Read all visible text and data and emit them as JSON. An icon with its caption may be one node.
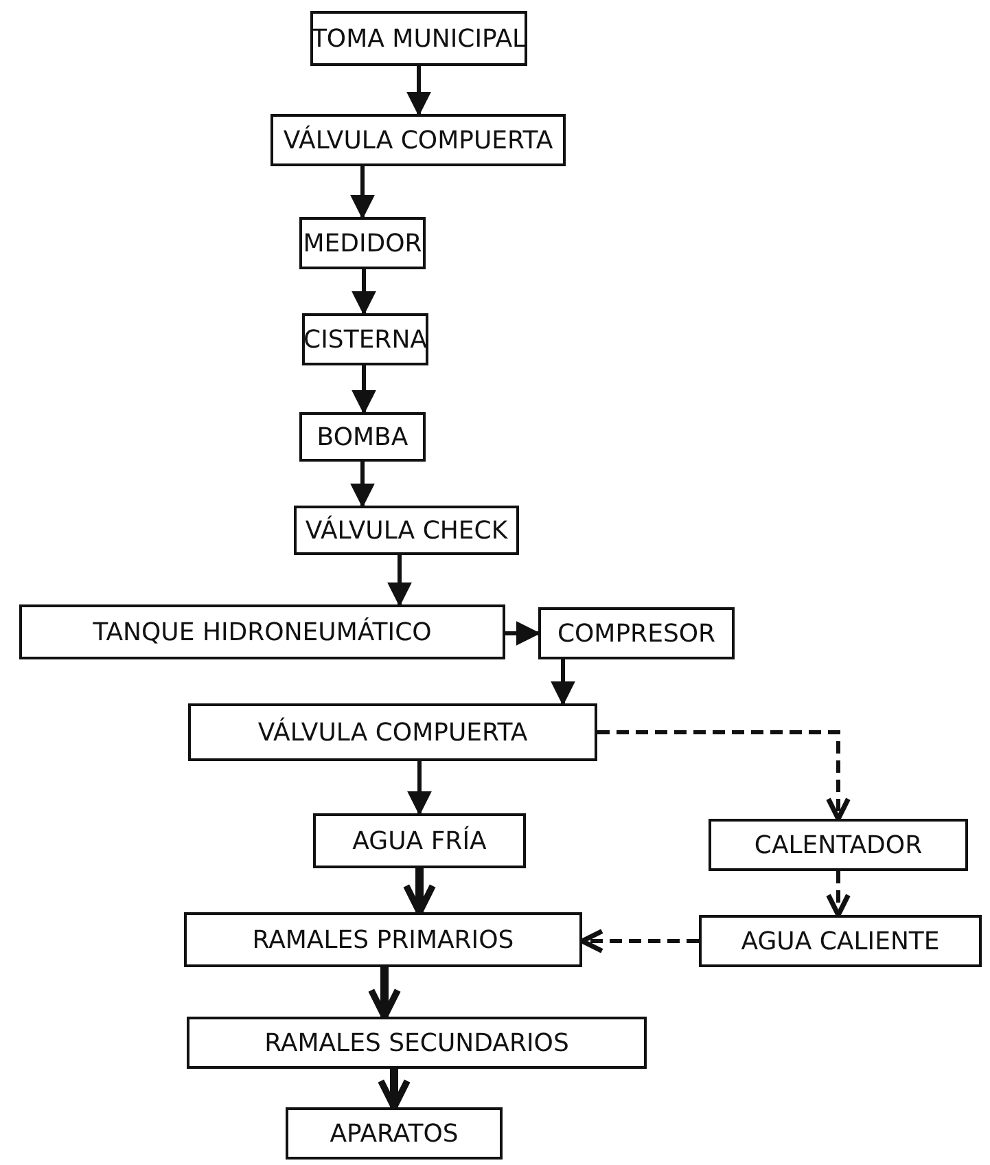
{
  "diagram": {
    "nodes": [
      {
        "text": [
          "TOMA MUNICIPAL"
        ]
      },
      {
        "text": [
          "VÁLVULA COMPUERTA"
        ]
      },
      {
        "text": [
          "MEDIDOR"
        ]
      },
      {
        "text": [
          "CISTERNA"
        ]
      },
      {
        "text": [
          "BOMBA"
        ]
      },
      {
        "text": [
          "VÁLVULA CHECK"
        ]
      },
      {
        "text": [
          "TANQUE HIDRONEUMÁTICO"
        ]
      },
      {
        "text": [
          "COMPRESOR"
        ]
      },
      {
        "text": [
          "VÁLVULA COMPUERTA"
        ]
      },
      {
        "text": [
          "AGUA FRÍA"
        ]
      },
      {
        "text": [
          "CALENTADOR"
        ]
      },
      {
        "text": [
          "RAMALES PRIMARIOS"
        ]
      },
      {
        "text": [
          "AGUA CALIENTE"
        ]
      },
      {
        "text": [
          "RAMALES SECUNDARIOS"
        ]
      },
      {
        "text": [
          "APARATOS"
        ]
      }
    ],
    "edges": [
      {
        "from": 0,
        "to": 1,
        "arrow": "to"
      },
      {
        "from": 1,
        "to": 2,
        "arrow": "to"
      },
      {
        "from": 2,
        "to": 3,
        "arrow": "to"
      },
      {
        "from": 3,
        "to": 4,
        "arrow": "to"
      },
      {
        "from": 4,
        "to": 5,
        "arrow": "to"
      },
      {
        "from": 5,
        "to": 6,
        "arrow": "to"
      },
      {
        "from": 6,
        "to": 7,
        "arrow": "to"
      },
      {
        "from": 7,
        "to": 8,
        "arrow": "to"
      },
      {
        "from": 8,
        "to": 10,
        "arrow": "to",
        "style": "dashed"
      },
      {
        "from": 8,
        "to": 9,
        "arrow": "to"
      },
      {
        "from": 9,
        "to": 11,
        "arrow": "to",
        "style": "thick"
      },
      {
        "from": 10,
        "to": 12,
        "arrow": "to",
        "style": "dashed"
      },
      {
        "from": 12,
        "to": 11,
        "arrow": "to",
        "style": "dashed"
      },
      {
        "from": 11,
        "to": 13,
        "arrow": "to",
        "style": "thick"
      },
      {
        "from": 13,
        "to": 14,
        "arrow": "to",
        "style": "thick"
      }
    ]
  }
}
